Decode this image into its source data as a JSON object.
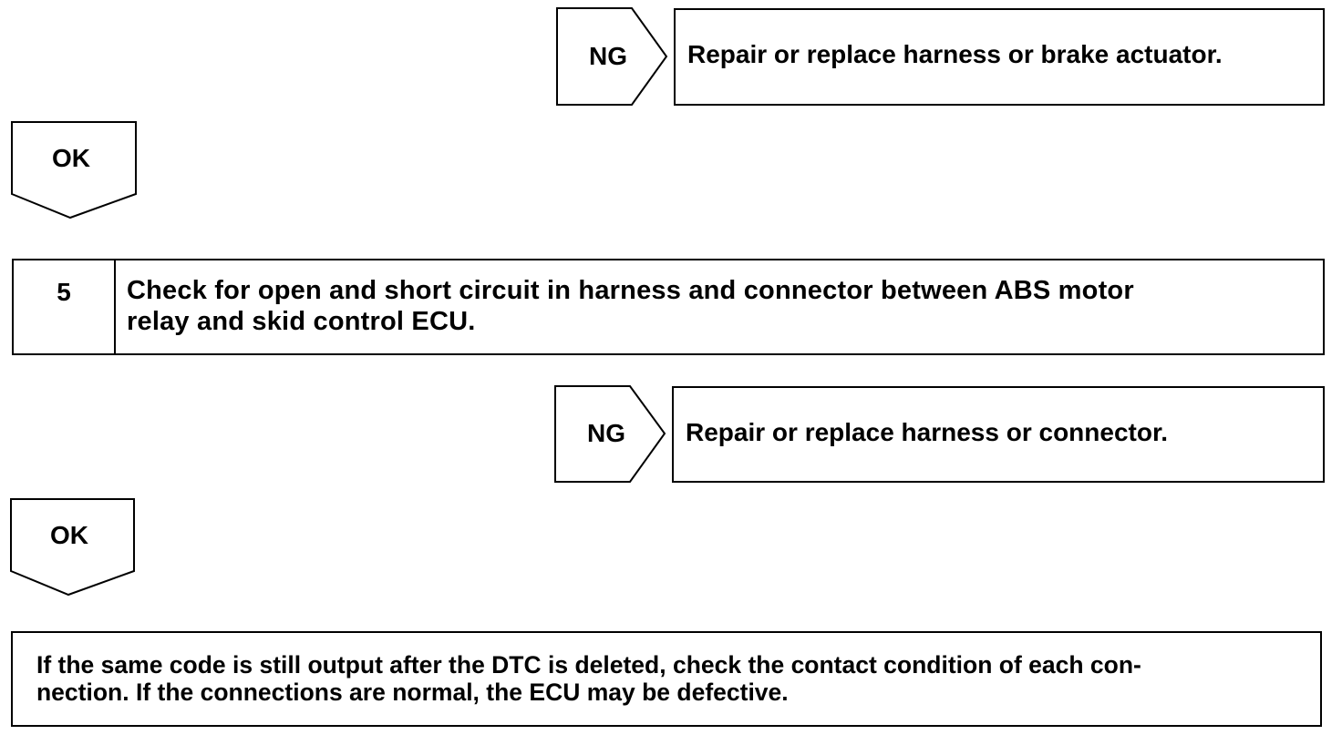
{
  "flow": {
    "branch1": {
      "ng_label": "NG",
      "result": "Repair or replace harness or brake actuator."
    },
    "ok1": "OK",
    "step5": {
      "number": "5",
      "line1": "Check for open and short circuit in harness and connector between ABS motor",
      "line2": "relay and skid control ECU."
    },
    "branch2": {
      "ng_label": "NG",
      "result": "Repair or replace harness or connector."
    },
    "ok2": "OK",
    "note": {
      "line1": "If the same code is still output after the DTC is deleted, check the contact condition of each con-",
      "line2": "nection. If the connections are normal, the ECU may be defective."
    }
  }
}
